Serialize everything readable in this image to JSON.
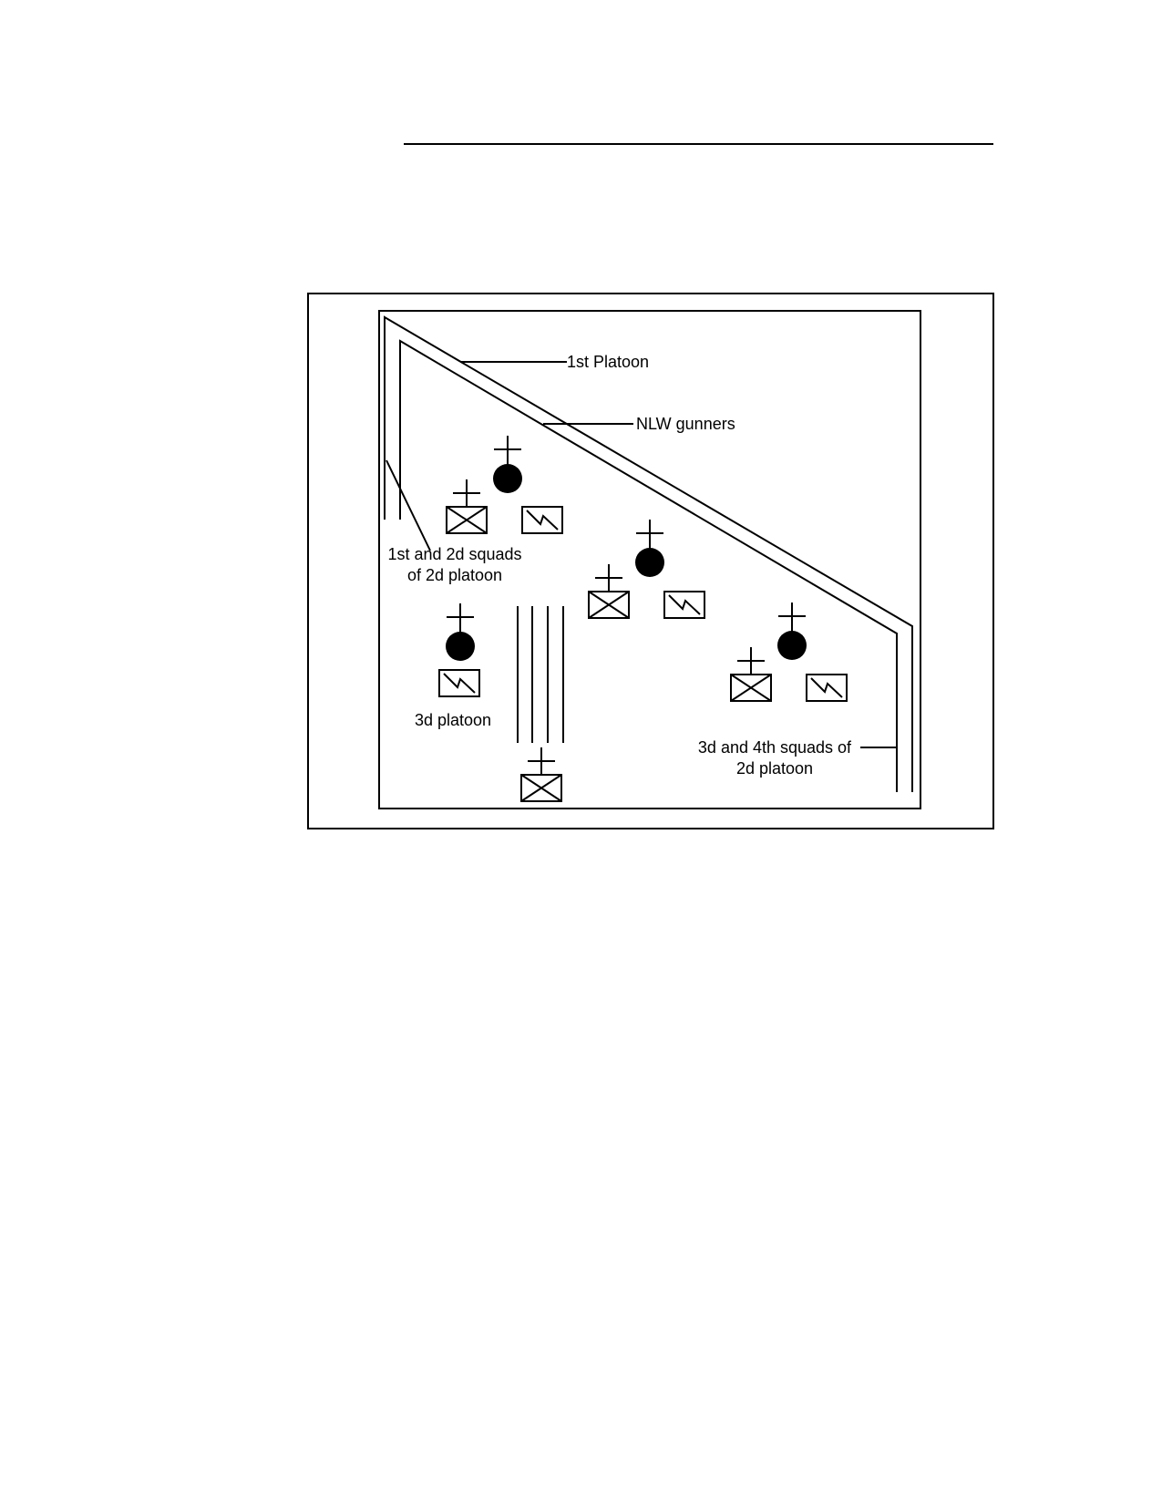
{
  "diagram": {
    "labels": {
      "first_platoon": "1st Platoon",
      "nlw_gunners": "NLW gunners",
      "squads_1_2_line1": "1st and 2d squads",
      "squads_1_2_line2": "of 2d platoon",
      "third_platoon": "3d platoon",
      "squads_3_4_line1": "3d and 4th squads of",
      "squads_3_4_line2": "2d platoon"
    }
  }
}
